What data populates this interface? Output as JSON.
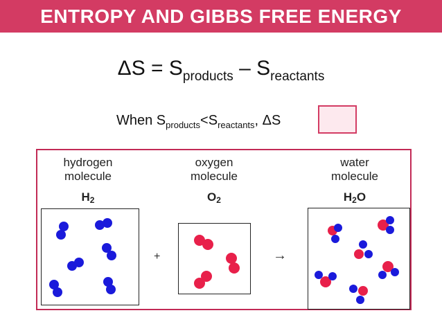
{
  "header": {
    "title": "ENTROPY AND GIBBS FREE ENERGY",
    "color": "#d33b63"
  },
  "equation": {
    "lhs": "ΔS = S",
    "sub_products": "products",
    "minus": " – S",
    "sub_reactants": "reactants"
  },
  "condition": {
    "prefix": "When S",
    "sub_products": "products",
    "lt": "<S",
    "sub_reactants": "reactants",
    "suffix": ", ΔS"
  },
  "figure": {
    "hydrogen": {
      "line1": "hydrogen",
      "line2": "molecule",
      "formula_main": "H",
      "formula_sub": "2"
    },
    "oxygen": {
      "line1": "oxygen",
      "line2": "molecule",
      "formula_main": "O",
      "formula_sub": "2"
    },
    "water": {
      "line1": "water",
      "line2": "molecule",
      "formula_a": "H",
      "formula_sub": "2",
      "formula_b": "O"
    },
    "plus": "+",
    "arrow": "→",
    "colors": {
      "hydrogen_atom": "#1a1adb",
      "oxygen_atom": "#e8204a",
      "border": "#c22a55"
    }
  }
}
